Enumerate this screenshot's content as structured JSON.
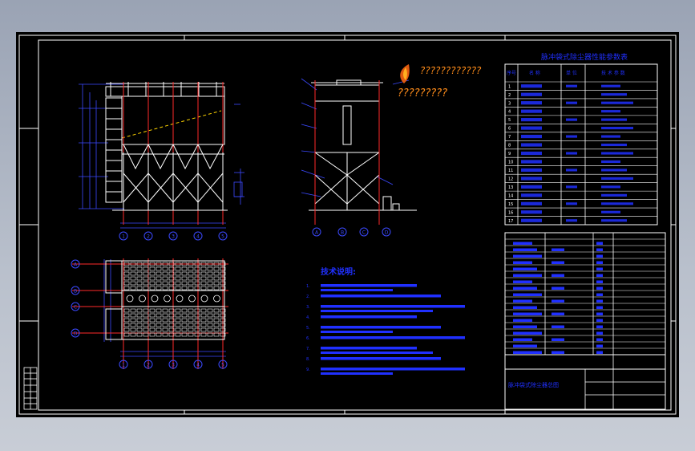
{
  "logo_caption_top": "????????????",
  "logo_caption_bottom": "?????????",
  "parameter_table": {
    "title": "脉冲袋式除尘器性能参数表",
    "headers": [
      "序号",
      "名 称",
      "单 位",
      "技 术 参 数"
    ],
    "row_numbers": [
      "1",
      "2",
      "3",
      "4",
      "5",
      "6",
      "7",
      "8",
      "9",
      "10",
      "11",
      "12",
      "13",
      "14",
      "15",
      "16",
      "17"
    ]
  },
  "tech_notes": {
    "title": "技术说明:",
    "numbers": [
      "1.",
      "2.",
      "3.",
      "4.",
      "5.",
      "6.",
      "7.",
      "8.",
      "9."
    ]
  },
  "elevation_axes": [
    "1",
    "2",
    "3",
    "4",
    "5"
  ],
  "side_view_axes": [
    "A",
    "B",
    "C",
    "D"
  ],
  "plan_axes_bottom": [
    "1",
    "2",
    "3",
    "4",
    "5"
  ],
  "plan_axes_left": [
    "A",
    "B",
    "C",
    "D"
  ],
  "title_block_label": "脉冲袋式除尘器总图",
  "colors": {
    "sheet": "#000000",
    "frame": "#ffffff",
    "dimension": "#3b49ff",
    "structure": "#ffffff",
    "accent_red": "#ff2a2a",
    "grid_magenta": "#d040d0",
    "title_blue": "#2030ff",
    "flame": "#e05a10",
    "caption": "#ff8c1a"
  }
}
